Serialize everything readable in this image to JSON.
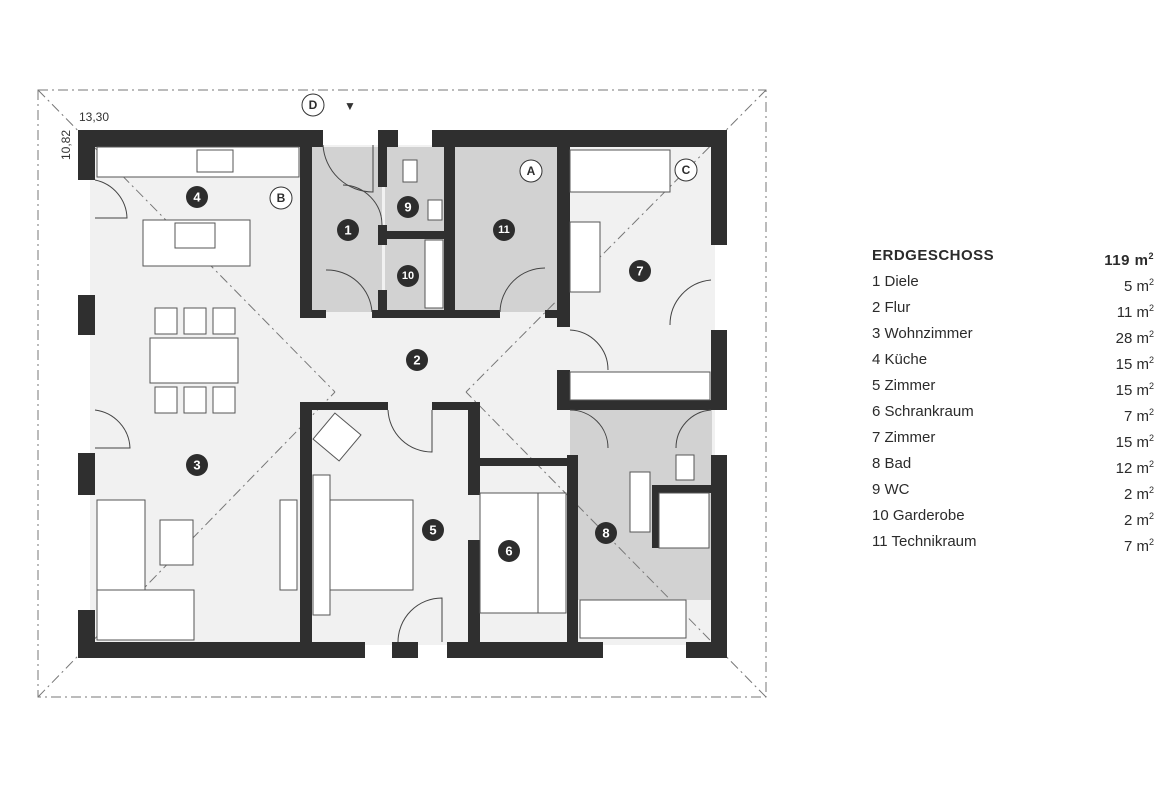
{
  "plan": {
    "dimensions": {
      "width": "13,30",
      "depth": "10,82"
    },
    "markers": {
      "A": "A",
      "B": "B",
      "C": "C",
      "D": "D"
    },
    "entrance_arrow": "▼"
  },
  "legend": {
    "title": "ERDGESCHOSS",
    "total_area": "119 m",
    "unit_sup": "2",
    "rooms": [
      {
        "number": "1",
        "name": "Diele",
        "area": "5 m"
      },
      {
        "number": "2",
        "name": "Flur",
        "area": "11 m"
      },
      {
        "number": "3",
        "name": "Wohnzimmer",
        "area": "28 m"
      },
      {
        "number": "4",
        "name": "Küche",
        "area": "15 m"
      },
      {
        "number": "5",
        "name": "Zimmer",
        "area": "15 m"
      },
      {
        "number": "6",
        "name": "Schrankraum",
        "area": "7 m"
      },
      {
        "number": "7",
        "name": "Zimmer",
        "area": "15 m"
      },
      {
        "number": "8",
        "name": "Bad",
        "area": "12 m"
      },
      {
        "number": "9",
        "name": "WC",
        "area": "2 m"
      },
      {
        "number": "10",
        "name": "Garderobe",
        "area": "2 m"
      },
      {
        "number": "11",
        "name": "Technikraum",
        "area": "7 m"
      }
    ]
  }
}
